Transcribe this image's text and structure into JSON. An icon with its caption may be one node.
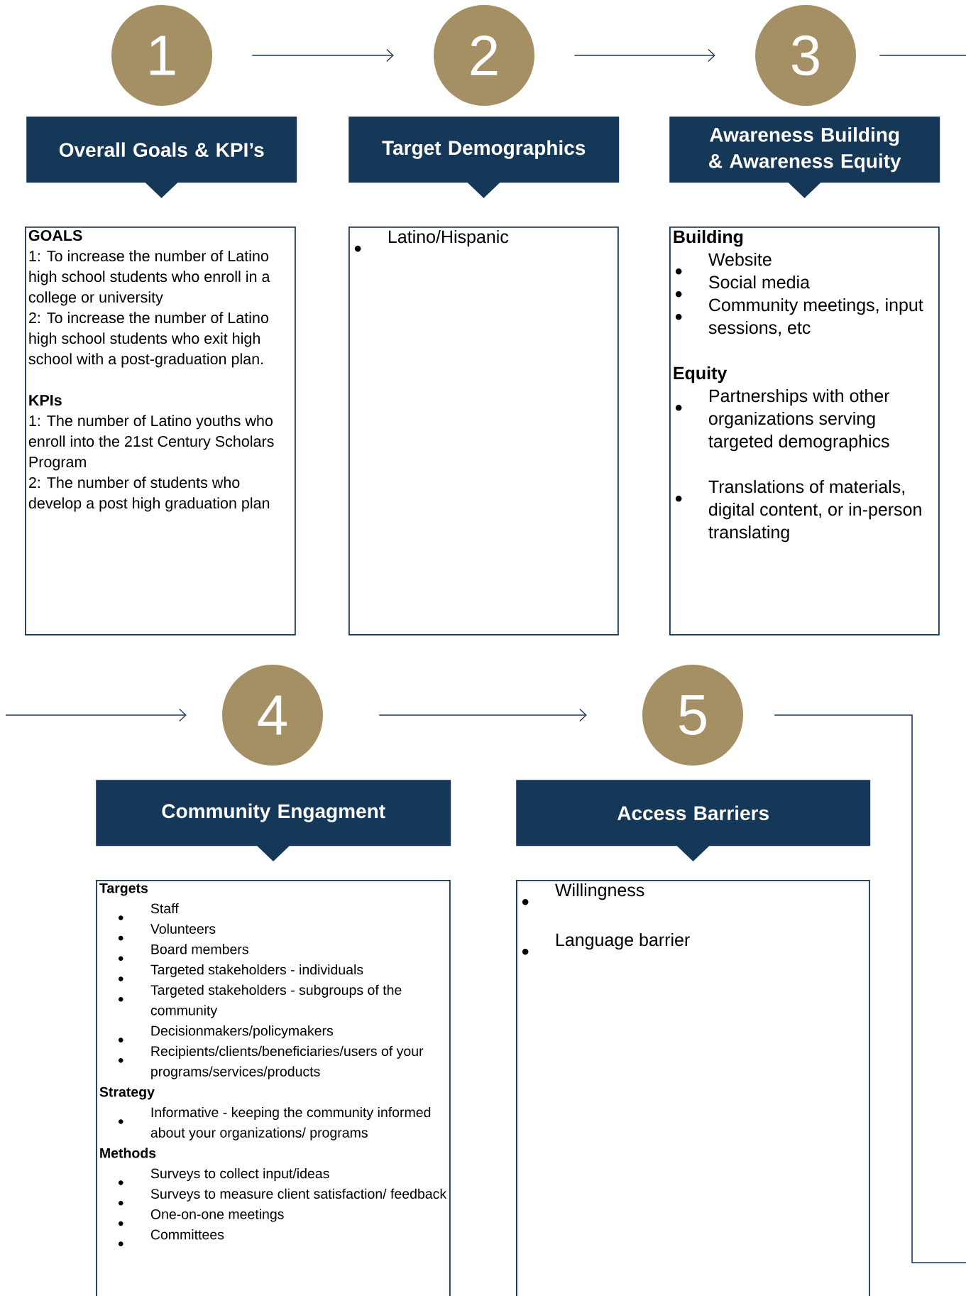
{
  "diagram": {
    "nodes": [
      {
        "text": [
          "1"
        ]
      },
      {
        "text": [
          "Overall Goals & KPI’s"
        ]
      },
      {
        "text": [
          "GOALS",
          "1: To increase the number of Latino high school students who enroll in a college or university",
          "2: To increase the number of Latino high school students who exit high school with a post-graduation plan.",
          "KPIs",
          "1: The number of Latino youths who enroll into the 21st Century Scholars Program",
          "2: The number of students who develop a post high graduation plan"
        ]
      },
      {
        "text": [
          "2"
        ]
      },
      {
        "text": [
          "Target Demographics"
        ]
      },
      {
        "text": [
          "Latino/Hispanic"
        ]
      },
      {
        "text": [
          "3"
        ]
      },
      {
        "text": [
          "Awareness Building & Awareness Equity"
        ]
      },
      {
        "text": [
          "Building",
          "Website",
          "Social media",
          "Community meetings, input sessions, etc",
          "Equity",
          "Partnerships with other organizations serving targeted demographics",
          "Translations of materials, digital content, or in-person translating"
        ]
      },
      {
        "text": [
          "4"
        ]
      },
      {
        "text": [
          "Community Engagment"
        ]
      },
      {
        "text": [
          "Targets",
          "Staff",
          "Volunteers",
          "Board members",
          "Targeted stakeholders - individuals",
          "Targeted stakeholders - subgroups of the community",
          "Decisionmakers/policymakers",
          "Recipients/clients/beneficiaries/users of your programs/services/products",
          "Strategy",
          "Informative - keeping the community informed about your organizations/ programs",
          "Methods",
          "Surveys to collect input/ideas",
          "Surveys to measure client satisfaction/ feedback",
          "One-on-one meetings",
          "Committees"
        ]
      },
      {
        "text": [
          "5"
        ]
      },
      {
        "text": [
          "Access Barriers"
        ]
      },
      {
        "text": [
          "Willingness",
          "Language barrier"
        ]
      }
    ],
    "edges": [
      {
        "from": 0,
        "to": 3,
        "arrow": "to"
      },
      {
        "from": 3,
        "to": 6,
        "arrow": "to"
      },
      {
        "from": 6,
        "to": null,
        "arrow": "none"
      },
      {
        "from": null,
        "to": 9,
        "arrow": "to"
      },
      {
        "from": 9,
        "to": 12,
        "arrow": "to"
      },
      {
        "from": 12,
        "to": null,
        "arrow": "none"
      }
    ]
  }
}
